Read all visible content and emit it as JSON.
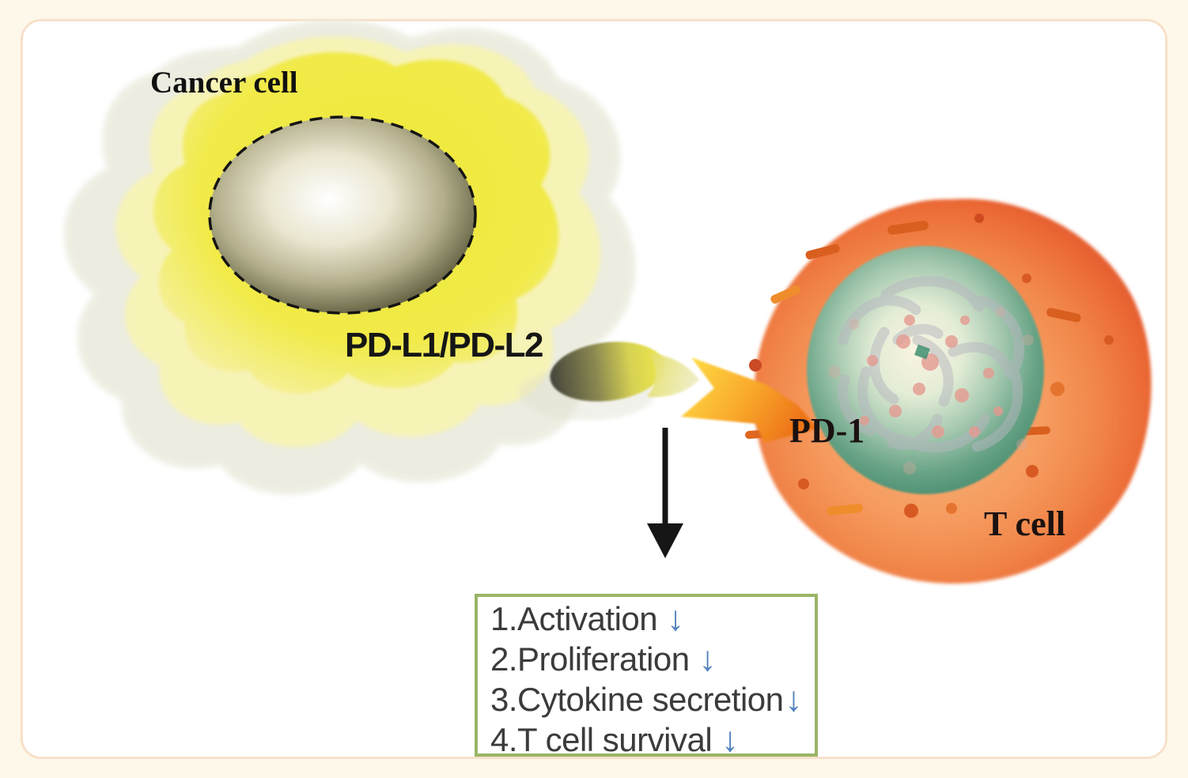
{
  "figure": {
    "cancer_cell": {
      "label": "Cancer cell",
      "body_color": "#f0e83a",
      "outer_layer_color": "#ecece0",
      "mid_layer_color": "#f7f4b4",
      "nucleus_edge_color": "#504e36"
    },
    "ligand": {
      "label": "PD-L1/PD-L2",
      "dark_color": "#45453c",
      "bright_color": "#eee84c"
    },
    "receptor": {
      "label": "PD-1"
    },
    "t_cell": {
      "label": "T cell",
      "body_color": "#f18549",
      "membrane_color": "#e1552a",
      "nucleus_color": "#478b6e"
    },
    "binding_arrow": {
      "start_color": "#ffe246",
      "end_color": "#ee7418"
    },
    "effects_box": {
      "border_color": "#9ab566",
      "text_color": "#3b3b3b",
      "arrow_glyph": "↓",
      "arrow_color": "#4f81bd",
      "items": [
        {
          "label": "1.Activation"
        },
        {
          "label": "2.Proliferation"
        },
        {
          "label": "3.Cytokine secretion"
        },
        {
          "label": "4.T cell survival"
        }
      ]
    }
  }
}
